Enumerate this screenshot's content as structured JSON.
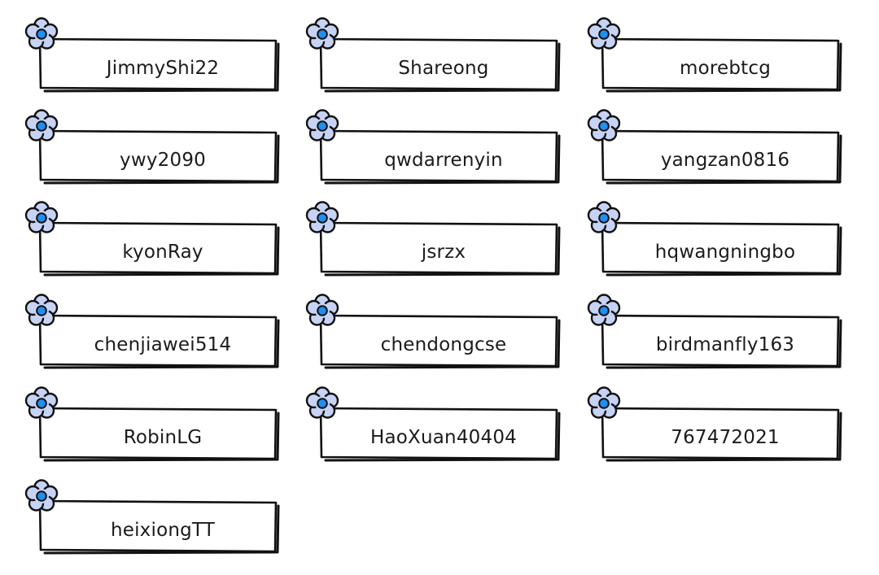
{
  "cards": [
    {
      "name": "JimmyShi22"
    },
    {
      "name": "Shareong"
    },
    {
      "name": "morebtcg"
    },
    {
      "name": "ywy2090"
    },
    {
      "name": "qwdarrenyin"
    },
    {
      "name": "yangzan0816"
    },
    {
      "name": "kyonRay"
    },
    {
      "name": "jsrzx"
    },
    {
      "name": "hqwangningbo"
    },
    {
      "name": "chenjiawei514"
    },
    {
      "name": "chendongcse"
    },
    {
      "name": "birdmanfly163"
    },
    {
      "name": "RobinLG"
    },
    {
      "name": "HaoXuan40404"
    },
    {
      "name": "767472021"
    },
    {
      "name": "heixiongTT"
    }
  ],
  "colors": {
    "petal_fill": "#c7d3f5",
    "flower_center": "#1f8ff0",
    "outline": "#111111"
  },
  "icons": {
    "card_icon": "flower-icon"
  }
}
